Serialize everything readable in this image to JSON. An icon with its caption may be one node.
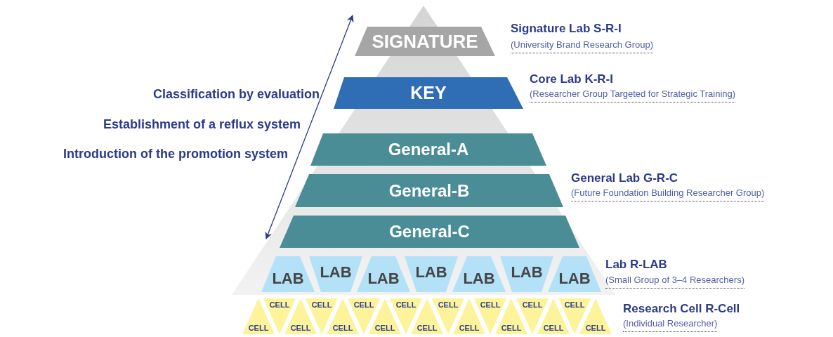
{
  "diagram": {
    "nodes": [
      {
        "text": [
          "SIGNATURE"
        ]
      },
      {
        "text": [
          "KEY"
        ]
      },
      {
        "text": [
          "General-A"
        ]
      },
      {
        "text": [
          "General-B"
        ]
      },
      {
        "text": [
          "General-C"
        ]
      },
      {
        "text": [
          "LAB"
        ]
      },
      {
        "text": [
          "LAB"
        ]
      },
      {
        "text": [
          "LAB"
        ]
      },
      {
        "text": [
          "LAB"
        ]
      },
      {
        "text": [
          "LAB"
        ]
      },
      {
        "text": [
          "LAB"
        ]
      },
      {
        "text": [
          "LAB"
        ]
      },
      {
        "text": [
          "CELL"
        ]
      },
      {
        "text": [
          "CELL"
        ]
      },
      {
        "text": [
          "CELL"
        ]
      },
      {
        "text": [
          "CELL"
        ]
      },
      {
        "text": [
          "CELL"
        ]
      },
      {
        "text": [
          "CELL"
        ]
      },
      {
        "text": [
          "CELL"
        ]
      },
      {
        "text": [
          "CELL"
        ]
      },
      {
        "text": [
          "CELL"
        ]
      },
      {
        "text": [
          "CELL"
        ]
      },
      {
        "text": [
          "CELL"
        ]
      },
      {
        "text": [
          "CELL"
        ]
      },
      {
        "text": [
          "CELL"
        ]
      },
      {
        "text": [
          "CELL"
        ]
      },
      {
        "text": [
          "CELL"
        ]
      },
      {
        "text": [
          "CELL"
        ]
      },
      {
        "text": [
          "CELL"
        ]
      }
    ],
    "labels": [
      "Signature Lab S-R-I",
      "(University Brand Research Group)",
      "Core Lab K-R-I",
      "(Researcher Group Targeted for Strategic Training)",
      "Classification by evaluation",
      "Establishment of a reflux system",
      "Introduction of the promotion system",
      "General Lab G-R-C",
      "(Future Foundation Building Researcher Group)",
      "Lab R-LAB",
      "(Small Group of 3–4 Researchers)",
      "Research Cell R-Cell",
      "(Individual Researcher)"
    ]
  }
}
